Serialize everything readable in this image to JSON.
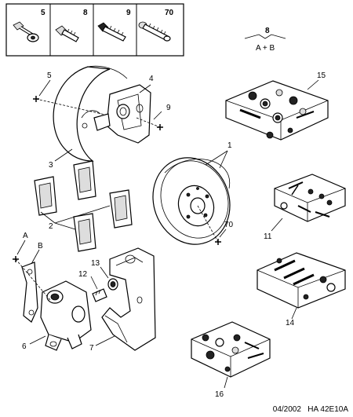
{
  "screws": [
    {
      "label": "5"
    },
    {
      "label": "8"
    },
    {
      "label": "9"
    },
    {
      "label": "70"
    }
  ],
  "legend": {
    "number": "8",
    "text": "A + B"
  },
  "parts": {
    "p1": "1",
    "p2": "2",
    "p3": "3",
    "p4": "4",
    "p5": "5",
    "p6": "6",
    "p7": "7",
    "p9": "9",
    "p11": "11",
    "p12": "12",
    "p13": "13",
    "p14": "14",
    "p15": "15",
    "p16": "16",
    "p70": "70",
    "pA": "A",
    "pB": "B"
  },
  "footer": {
    "date": "04/2002",
    "ref": "HA 42E10A"
  }
}
